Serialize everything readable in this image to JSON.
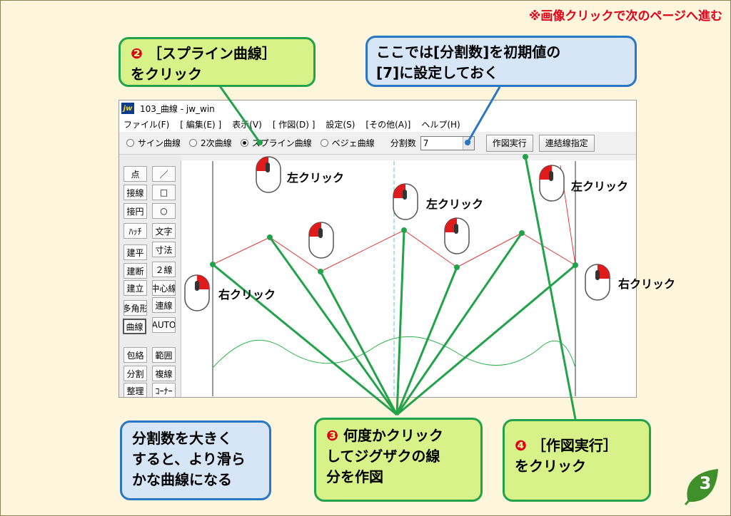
{
  "top_note": "※画像クリックで次のページへ進む",
  "callouts": {
    "spline_num": "❷",
    "spline_text1": "［スプライン曲線］",
    "spline_text2": "をクリック",
    "bunkatsu_line1": "ここでは[分割数]を初期値の",
    "bunkatsu_line2": "[7]に設定しておく",
    "smooth_line1": "分割数を大きく",
    "smooth_line2": "すると、より滑ら",
    "smooth_line3": "かな曲線になる",
    "zigzag_num": "❸",
    "zigzag_line1": "何度かクリック",
    "zigzag_line2": "してジグザクの線",
    "zigzag_line3": "分を作図",
    "exec_num": "❹",
    "exec_text1": "［作図実行］",
    "exec_text2": "をクリック"
  },
  "window": {
    "logo": "jw",
    "title": "103_曲線 - jw_win",
    "menu": [
      "ファイル(F)",
      "[ 編集(E) ]",
      "表示(V)",
      "[ 作図(D) ]",
      "設定(S)",
      "[その他(A)]",
      "ヘルプ(H)"
    ],
    "radios": [
      {
        "label": "サイン曲線",
        "selected": false
      },
      {
        "label": "2次曲線",
        "selected": false
      },
      {
        "label": "スプライン曲線",
        "selected": true
      },
      {
        "label": "ベジェ曲線",
        "selected": false
      }
    ],
    "bunkatsu_label": "分割数",
    "bunkatsu_value": "7",
    "exec_button": "作図実行",
    "renketsu_button": "連結線指定",
    "tools_left": [
      "点",
      "接線",
      "接円",
      "ﾊｯﾁ",
      "建平",
      "建断",
      "建立",
      "多角形",
      "曲線",
      "包絡",
      "分割",
      "整理"
    ],
    "tools_right": [
      "／",
      "□",
      "○",
      "文字",
      "寸法",
      "２線",
      "中心線",
      "連線",
      "AUTO",
      "範囲",
      "複線",
      "ｺｰﾅｰ"
    ]
  },
  "mouse_labels": {
    "left_click": "左クリック",
    "right_click": "右クリック"
  },
  "page_number": "3",
  "colors": {
    "accent_green": "#22a24a",
    "accent_blue": "#2a76c6",
    "note_red": "#e0001a",
    "callout_green_fill": "#d8f28a",
    "callout_blue_fill": "#d6e6f6"
  }
}
